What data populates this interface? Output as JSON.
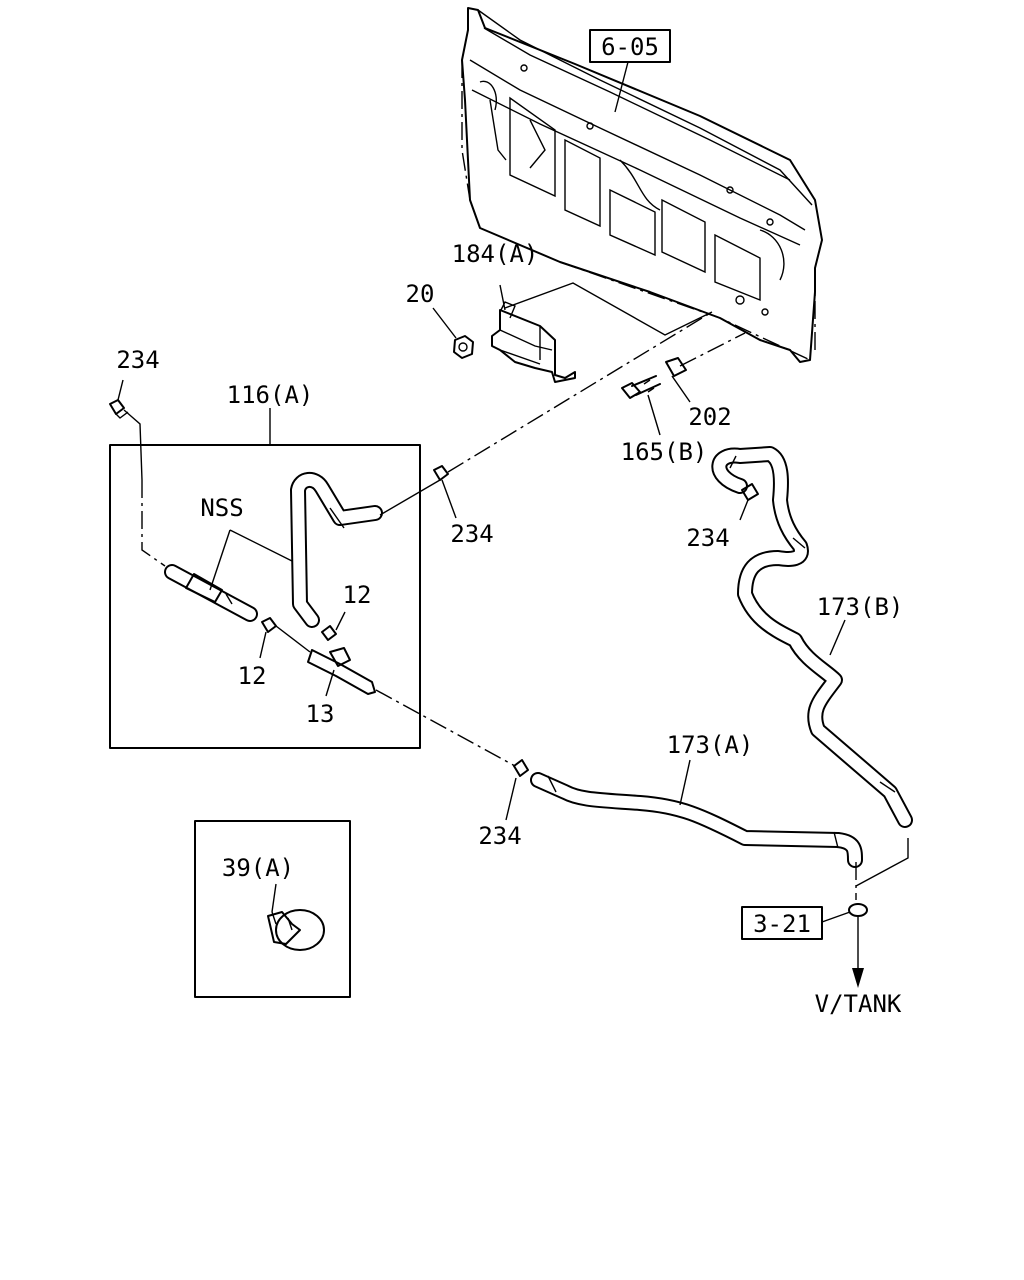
{
  "labels": {
    "panel_ref": "6-05",
    "bracket": "184(A)",
    "nut": "20",
    "clip_top_left": "234",
    "kit": "116(A)",
    "washer": "202",
    "bolt": "165(B)",
    "clip_center": "234",
    "clip_right": "234",
    "nss": "NSS",
    "clamp_upper": "12",
    "clamp_lower": "12",
    "joint": "13",
    "hose_b": "173(B)",
    "hose_a": "173(A)",
    "clip_bottom": "234",
    "clamp_detail": "39(A)",
    "tank_ref": "3-21",
    "destination": "V/TANK"
  }
}
